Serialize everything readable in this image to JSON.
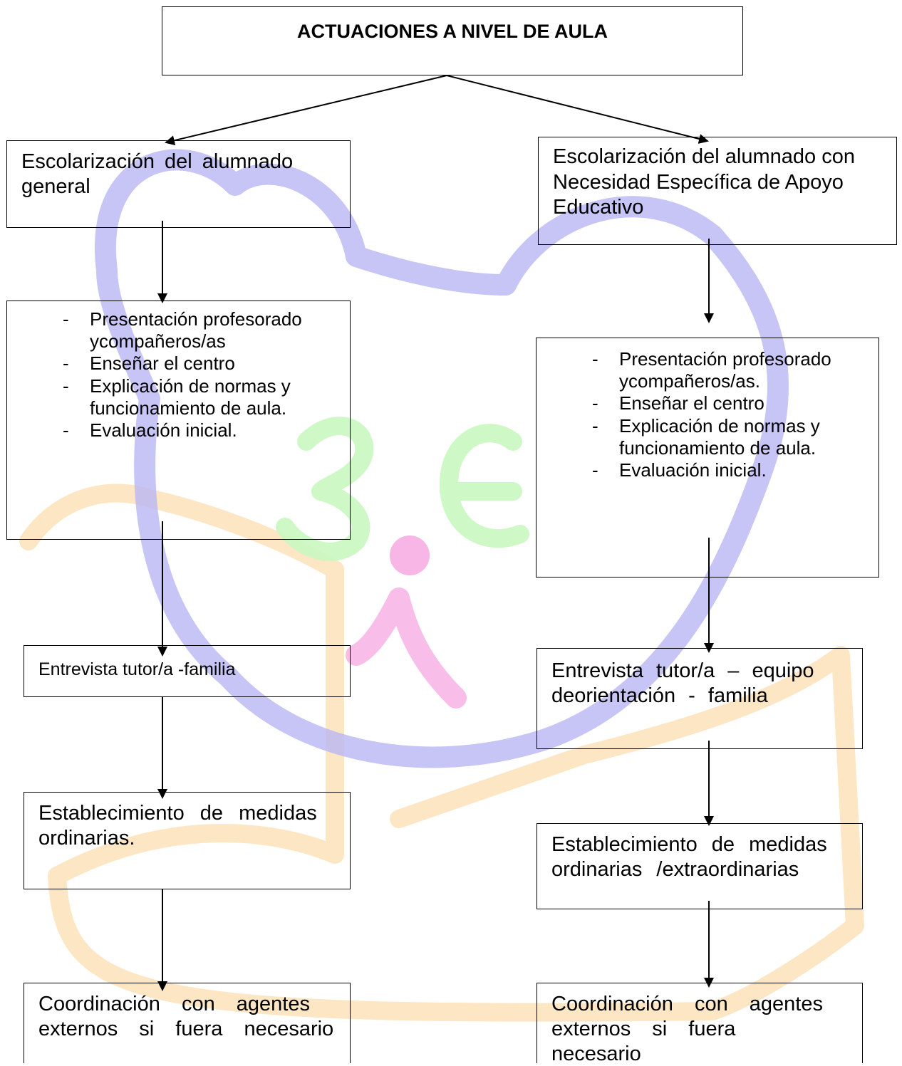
{
  "title": "ACTUACIONES A NIVEL DE AULA",
  "left": {
    "heading": "Escolarización del alumnado general",
    "steps": [
      "Presentación profesorado ycompañeros/as",
      "Enseñar el centro",
      "Explicación de normas y funcionamiento de aula.",
      "Evaluación inicial."
    ],
    "interview": "Entrevista tutor/a -familia",
    "measures": "Establecimiento de medidas ordinarias.",
    "coordination": "Coordinación con agentes externos si fuera necesario"
  },
  "right": {
    "heading": "Escolarización del alumnado con Necesidad Específica de Apoyo Educativo",
    "steps": [
      "Presentación profesorado ycompañeros/as.",
      "Enseñar el centro",
      "Explicación de normas y funcionamiento de aula.",
      "Evaluación inicial."
    ],
    "interview": "Entrevista tutor/a – equipo deorientación - familia",
    "measures": "Establecimiento de medidas ordinarias /extraordinarias",
    "coordination": "Coordinación con agentes externos si fuera necesario"
  },
  "colors": {
    "line": "#000000",
    "watermark_blue": "#b9b6f4",
    "watermark_green": "#c9f7c0",
    "watermark_pink": "#f7b6e6",
    "watermark_orange": "#fbe2b8"
  }
}
